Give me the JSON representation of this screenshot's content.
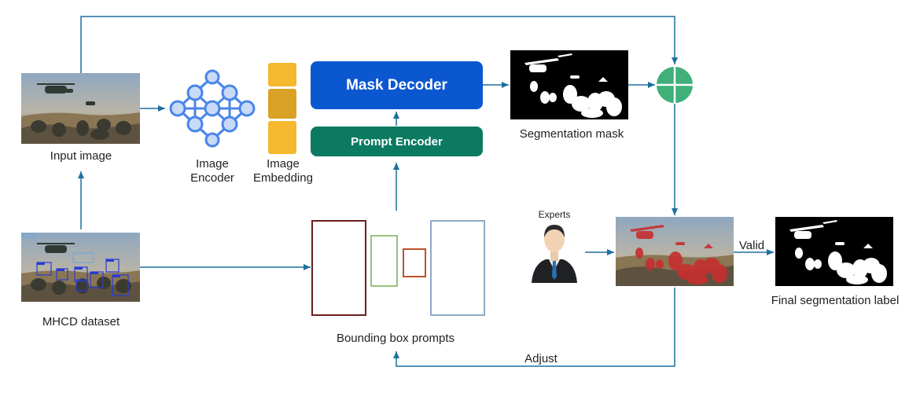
{
  "labels": {
    "input_image": "Input image",
    "mhcd_dataset": "MHCD dataset",
    "image_encoder_line1": "Image",
    "image_encoder_line2": "Encoder",
    "image_embedding_line1": "Image",
    "image_embedding_line2": "Embedding",
    "mask_decoder": "Mask Decoder",
    "prompt_encoder": "Prompt Encoder",
    "segmentation_mask": "Segmentation mask",
    "bounding_box_prompts": "Bounding box prompts",
    "experts": "Experts",
    "valid": "Valid",
    "adjust": "Adjust",
    "final_segmentation_label": "Final segmentation label"
  },
  "colors": {
    "arrow": "#1f6f9f",
    "mask_decoder": "#0b57d0",
    "prompt_encoder": "#0b7a61",
    "embedding": "#f5b82e",
    "embedding_mid": "#d9a227",
    "network": "#4a86e8",
    "network_fill": "#c9daf8",
    "merge_circle": "#3fb07a",
    "bbox_dark_red": "#6b1f1f",
    "bbox_green": "#93c47d",
    "bbox_orange": "#c0502a",
    "bbox_blue": "#8ea9c8"
  }
}
